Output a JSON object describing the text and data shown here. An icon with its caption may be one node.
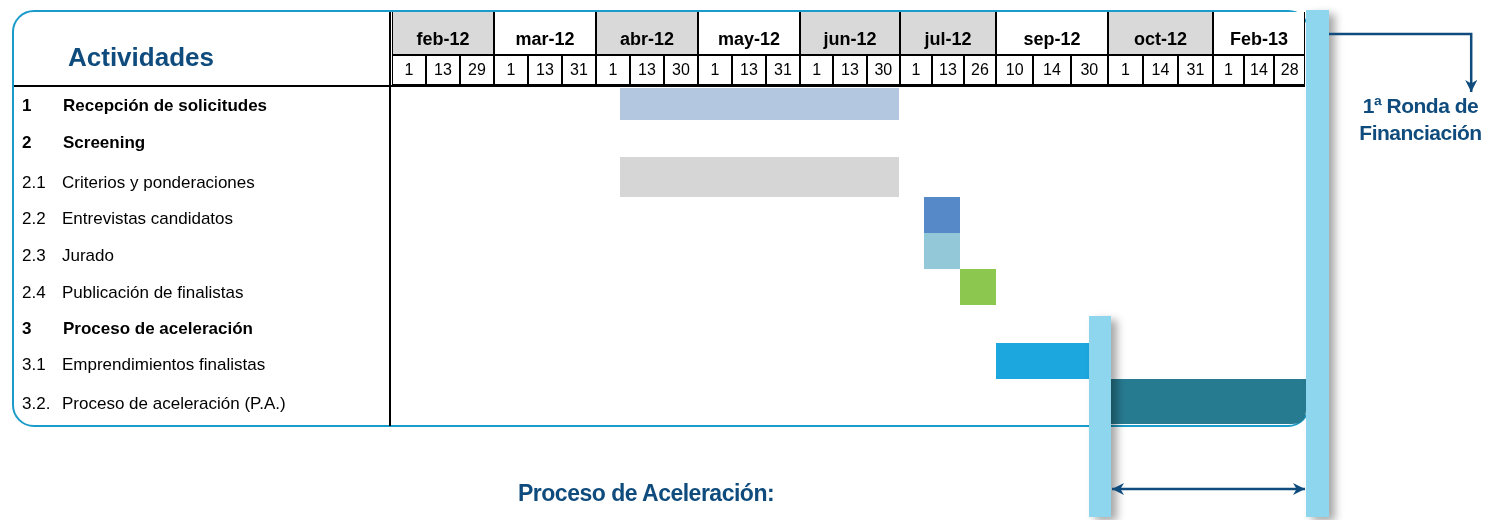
{
  "diagram": {
    "nodes": [
      {
        "text": [],
        "shape": "bar"
      },
      {
        "text": [],
        "shape": "bar"
      },
      {
        "text": [
          "1ª Ronda de Financiación"
        ]
      }
    ],
    "edges": [
      {
        "from": 0,
        "to": 1,
        "arrow": "both"
      },
      {
        "from": 1,
        "to": 2,
        "arrow": "to"
      }
    ],
    "labels": [
      "Actividades",
      "feb-12",
      "mar-12",
      "abr-12",
      "may-12",
      "jun-12",
      "jul-12",
      "sep-12",
      "oct-12",
      "Feb-13",
      "1",
      "13",
      "29",
      "1",
      "13",
      "31",
      "1",
      "13",
      "30",
      "1",
      "13",
      "31",
      "1",
      "13",
      "30",
      "1",
      "13",
      "26",
      "10",
      "14",
      "30",
      "1",
      "14",
      "31",
      "1",
      "14",
      "28",
      "1",
      "Recepción de solicitudes",
      "2",
      "Screening",
      "2.1",
      "Criterios y ponderaciones",
      "2.2",
      "Entrevistas candidatos",
      "2.3",
      "Jurado",
      "2.4",
      "Publicación de finalistas",
      "3",
      "Proceso de aceleración",
      "3.1",
      "Emprendimientos finalistas",
      "3.2.",
      "Proceso de aceleración (P.A.)",
      "Proceso de Aceleración:"
    ]
  }
}
